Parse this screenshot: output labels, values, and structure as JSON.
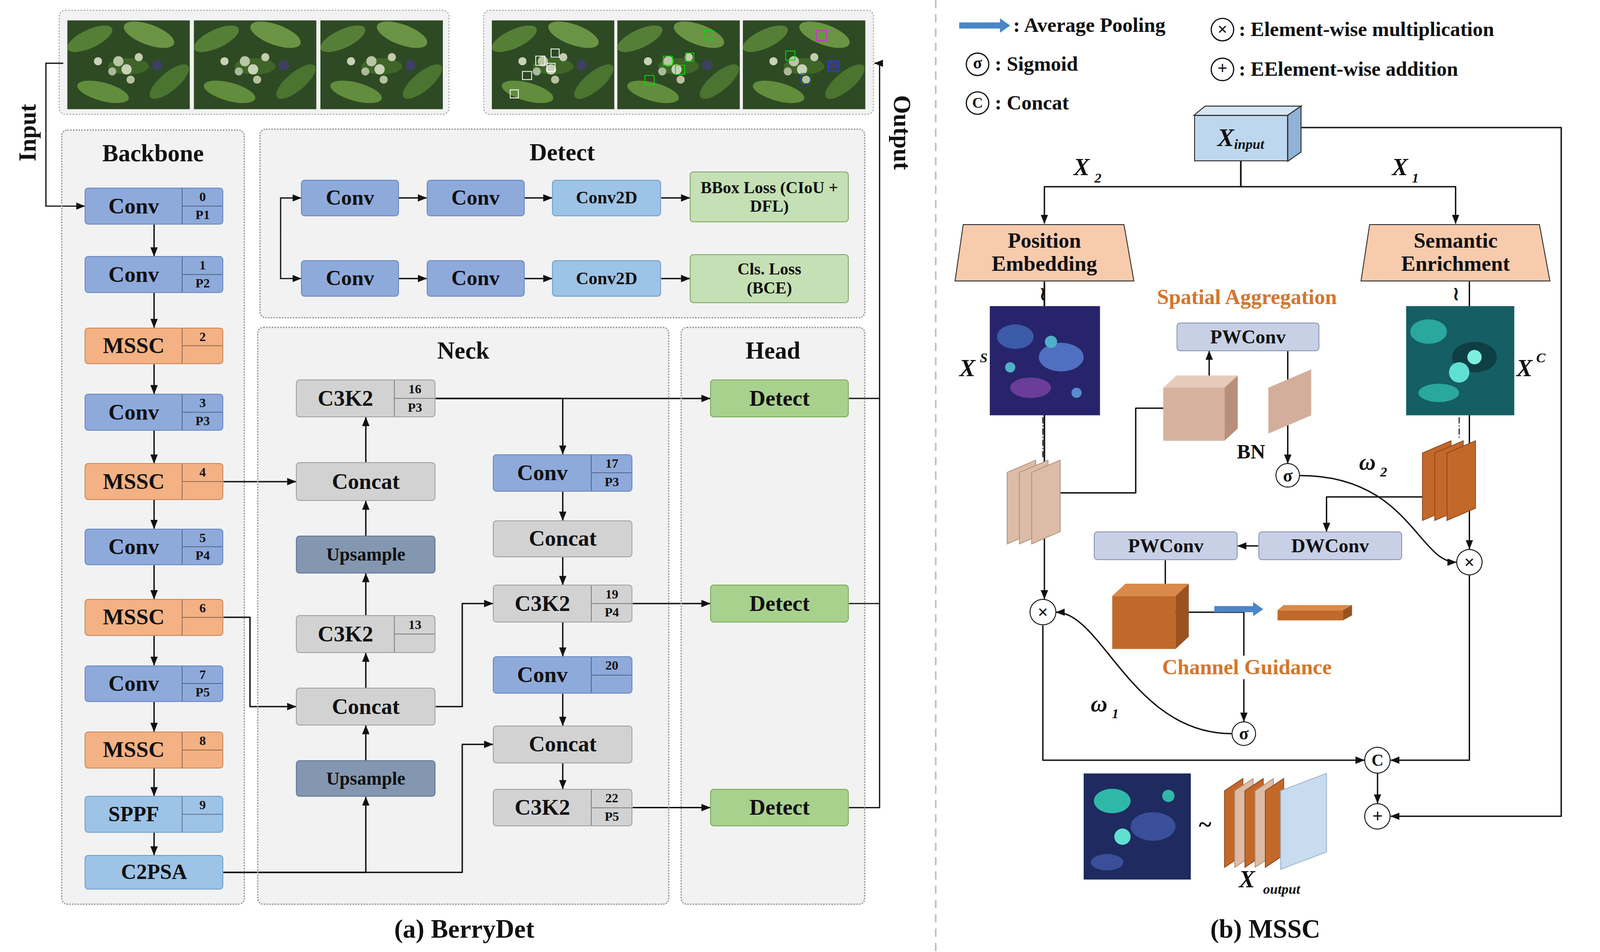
{
  "diagram": {
    "nodes": [
      {
        "text": [
          "Backbone"
        ]
      },
      {
        "text": [
          "Conv",
          "0",
          "P1"
        ],
        "in": 0
      },
      {
        "text": [
          "Conv",
          "1",
          "P2"
        ],
        "in": 0
      },
      {
        "text": [
          "MSSC",
          "2"
        ],
        "in": 0
      },
      {
        "text": [
          "Conv",
          "3",
          "P3"
        ],
        "in": 0
      },
      {
        "text": [
          "MSSC",
          "4"
        ],
        "in": 0
      },
      {
        "text": [
          "Conv",
          "5",
          "P4"
        ],
        "in": 0
      },
      {
        "text": [
          "MSSC",
          "6"
        ],
        "in": 0
      },
      {
        "text": [
          "Conv",
          "7",
          "P5"
        ],
        "in": 0
      },
      {
        "text": [
          "MSSC",
          "8"
        ],
        "in": 0
      },
      {
        "text": [
          "SPPF",
          "9"
        ],
        "in": 0
      },
      {
        "text": [
          "C2PSA"
        ],
        "in": 0
      },
      {
        "text": [
          "Detect"
        ]
      },
      {
        "text": [
          "Conv"
        ],
        "in": 12
      },
      {
        "text": [
          "Conv"
        ],
        "in": 12
      },
      {
        "text": [
          "Conv2D"
        ],
        "in": 12
      },
      {
        "text": [
          "BBox Loss (CIoU + DFL)"
        ],
        "in": 12
      },
      {
        "text": [
          "Conv"
        ],
        "in": 12
      },
      {
        "text": [
          "Conv"
        ],
        "in": 12
      },
      {
        "text": [
          "Conv2D"
        ],
        "in": 12
      },
      {
        "text": [
          "Cls. Loss (BCE)"
        ],
        "in": 12
      },
      {
        "text": [
          "Neck"
        ]
      },
      {
        "text": [
          "C3K2",
          "16",
          "P3"
        ],
        "in": 21
      },
      {
        "text": [
          "Concat"
        ],
        "in": 21
      },
      {
        "text": [
          "Upsample"
        ],
        "in": 21
      },
      {
        "text": [
          "C3K2",
          "13"
        ],
        "in": 21
      },
      {
        "text": [
          "Concat"
        ],
        "in": 21
      },
      {
        "text": [
          "Upsample"
        ],
        "in": 21
      },
      {
        "text": [
          "Conv",
          "17",
          "P3"
        ],
        "in": 21
      },
      {
        "text": [
          "Concat"
        ],
        "in": 21
      },
      {
        "text": [
          "C3K2",
          "19",
          "P4"
        ],
        "in": 21
      },
      {
        "text": [
          "Conv",
          "20"
        ],
        "in": 21
      },
      {
        "text": [
          "Concat"
        ],
        "in": 21
      },
      {
        "text": [
          "C3K2",
          "22",
          "P5"
        ],
        "in": 21
      },
      {
        "text": [
          "Head"
        ]
      },
      {
        "text": [
          "Detect"
        ],
        "in": 34
      },
      {
        "text": [
          "Detect"
        ],
        "in": 34
      },
      {
        "text": [
          "Detect"
        ],
        "in": 34
      },
      {
        "text": [
          "X",
          "input"
        ]
      },
      {
        "text": [
          "Position Embedding"
        ]
      },
      {
        "text": [
          "Semantic Enrichment"
        ]
      },
      {
        "text": [
          "PWConv"
        ]
      },
      {
        "text": [
          "σ"
        ]
      },
      {
        "text": [
          "DWConv"
        ]
      },
      {
        "text": [
          "PWConv"
        ]
      },
      {
        "text": [
          "×"
        ]
      },
      {
        "text": [
          "×"
        ]
      },
      {
        "text": [
          "σ"
        ]
      },
      {
        "text": [
          "C"
        ]
      },
      {
        "text": [
          "+"
        ]
      }
    ],
    "edges": [
      {
        "from": 1,
        "to": 2,
        "arrow": "to"
      },
      {
        "from": 2,
        "to": 3,
        "arrow": "to"
      },
      {
        "from": 3,
        "to": 4,
        "arrow": "to"
      },
      {
        "from": 4,
        "to": 5,
        "arrow": "to"
      },
      {
        "from": 5,
        "to": 6,
        "arrow": "to"
      },
      {
        "from": 6,
        "to": 7,
        "arrow": "to"
      },
      {
        "from": 7,
        "to": 8,
        "arrow": "to"
      },
      {
        "from": 8,
        "to": 9,
        "arrow": "to"
      },
      {
        "from": 9,
        "to": 10,
        "arrow": "to"
      },
      {
        "from": 10,
        "to": 11,
        "arrow": "to"
      },
      {
        "from": 13,
        "to": 14,
        "arrow": "to"
      },
      {
        "from": 14,
        "to": 15,
        "arrow": "to"
      },
      {
        "from": 15,
        "to": 16,
        "arrow": "to"
      },
      {
        "from": 17,
        "to": 18,
        "arrow": "to"
      },
      {
        "from": 18,
        "to": 19,
        "arrow": "to"
      },
      {
        "from": 19,
        "to": 20,
        "arrow": "to"
      },
      {
        "from": 5,
        "to": 23,
        "arrow": "to"
      },
      {
        "from": 7,
        "to": 26,
        "arrow": "to"
      },
      {
        "from": 11,
        "to": 27,
        "arrow": "to"
      },
      {
        "from": 11,
        "to": 32,
        "arrow": "to"
      },
      {
        "from": 27,
        "to": 26,
        "arrow": "to"
      },
      {
        "from": 26,
        "to": 25,
        "arrow": "to"
      },
      {
        "from": 26,
        "to": 30,
        "arrow": "to"
      },
      {
        "from": 25,
        "to": 24,
        "arrow": "to"
      },
      {
        "from": 24,
        "to": 23,
        "arrow": "to"
      },
      {
        "from": 23,
        "to": 22,
        "arrow": "to"
      },
      {
        "from": 22,
        "to": 35,
        "arrow": "to"
      },
      {
        "from": 22,
        "to": 28,
        "arrow": "to"
      },
      {
        "from": 28,
        "to": 29,
        "arrow": "to"
      },
      {
        "from": 29,
        "to": 30,
        "arrow": "to"
      },
      {
        "from": 30,
        "to": 36,
        "arrow": "to"
      },
      {
        "from": 30,
        "to": 31,
        "arrow": "to"
      },
      {
        "from": 31,
        "to": 32,
        "arrow": "to"
      },
      {
        "from": 32,
        "to": 33,
        "arrow": "to"
      },
      {
        "from": 33,
        "to": 37,
        "arrow": "to"
      },
      {
        "from": 38,
        "to": 39,
        "arrow": "to"
      },
      {
        "from": 38,
        "to": 40,
        "arrow": "to"
      },
      {
        "from": 38,
        "to": 49,
        "arrow": "to"
      },
      {
        "from": 39,
        "to": 41,
        "arrow": "to"
      },
      {
        "from": 39,
        "to": 45,
        "arrow": "to"
      },
      {
        "from": 41,
        "to": 42,
        "arrow": "to"
      },
      {
        "from": 42,
        "to": 46,
        "arrow": "to"
      },
      {
        "from": 40,
        "to": 46,
        "arrow": "to"
      },
      {
        "from": 40,
        "to": 43,
        "arrow": "to"
      },
      {
        "from": 43,
        "to": 44,
        "arrow": "to"
      },
      {
        "from": 44,
        "to": 47,
        "arrow": "to"
      },
      {
        "from": 47,
        "to": 45,
        "arrow": "to"
      },
      {
        "from": 45,
        "to": 48,
        "arrow": "to"
      },
      {
        "from": 46,
        "to": 48,
        "arrow": "to"
      },
      {
        "from": 48,
        "to": 49,
        "arrow": "to"
      }
    ],
    "labels": [
      "Input",
      "Output",
      "(a) BerryDet",
      "(b) MSSC",
      "σ",
      "C",
      "×",
      "+",
      "X",
      "2",
      "X",
      "1",
      "≀",
      "≀",
      "X",
      "S",
      "X",
      "C",
      "Spatial Aggregation",
      "BN",
      "ω",
      "2",
      "Channel Guidance",
      "ω",
      "1",
      "~",
      "X",
      "output"
    ],
    "legend": [
      {
        "text": ": Average Pooling"
      },
      {
        "text": ": Element-wise multiplication"
      },
      {
        "text": ": Sigmoid"
      },
      {
        "text": ": EElement-wise addition"
      },
      {
        "text": ": Concat"
      }
    ]
  }
}
